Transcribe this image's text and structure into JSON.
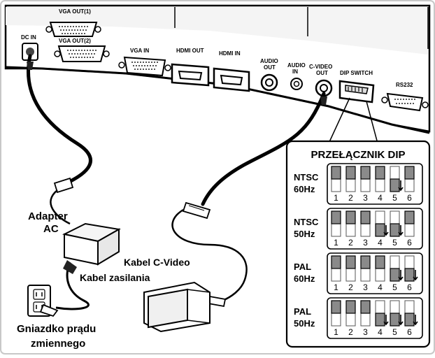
{
  "ports": {
    "dc_in": "DC IN",
    "vga_out1": "VGA OUT(1)",
    "vga_out2": "VGA OUT(2)",
    "vga_in": "VGA IN",
    "hdmi_out": "HDMI OUT",
    "hdmi_in": "HDMI IN",
    "audio_out_1": "AUDIO",
    "audio_out_2": "OUT",
    "audio_in_1": "AUDIO",
    "audio_in_2": "IN",
    "cvideo_out_1": "C-VIDEO",
    "cvideo_out_2": "OUT",
    "dip_switch": "DIP SWITCH",
    "rs232": "RS232"
  },
  "labels": {
    "adapter_1": "Adapter",
    "adapter_2": "AC",
    "power_cable": "Kabel zasilania",
    "cvideo_cable": "Kabel C-Video",
    "outlet_1": "Gniazdko prądu",
    "outlet_2": "zmiennego"
  },
  "dip_panel": {
    "title": "PRZEŁĄCZNIK DIP",
    "switch_numbers": [
      "1",
      "2",
      "3",
      "4",
      "5",
      "6"
    ],
    "modes": [
      {
        "line1": "NTSC",
        "line2": "60Hz",
        "down": [
          false,
          false,
          false,
          false,
          true,
          false
        ]
      },
      {
        "line1": "NTSC",
        "line2": "50Hz",
        "down": [
          false,
          false,
          false,
          true,
          true,
          false
        ]
      },
      {
        "line1": "PAL",
        "line2": "60Hz",
        "down": [
          false,
          false,
          false,
          false,
          true,
          true
        ]
      },
      {
        "line1": "PAL",
        "line2": "50Hz",
        "down": [
          false,
          false,
          false,
          true,
          true,
          true
        ]
      }
    ]
  }
}
